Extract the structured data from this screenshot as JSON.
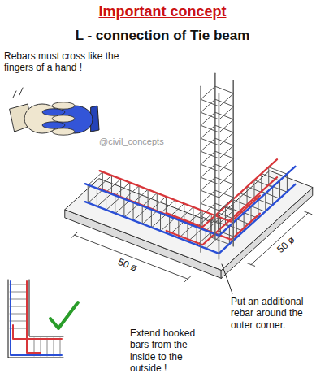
{
  "diagram": {
    "title": "Important concept",
    "labels": [
      "L - connection of Tie beam",
      "Rebars must cross like the fingers of a hand !",
      "@civil_concepts",
      "50 ø",
      "50 ø",
      "Put an additional rebar around the outer corner.",
      "Extend hooked bars from the inside to the outside !"
    ]
  }
}
